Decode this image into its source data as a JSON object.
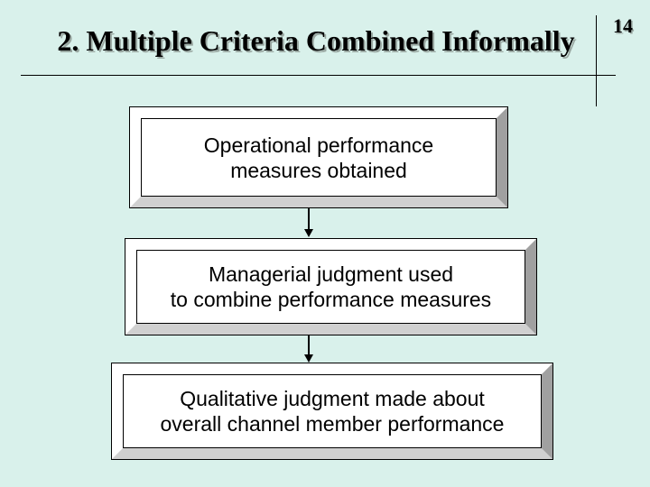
{
  "header": {
    "title": "2. Multiple Criteria Combined Informally",
    "page_number": "14"
  },
  "flow": {
    "boxes": [
      {
        "id": "operational",
        "lines": [
          "Operational performance",
          "measures obtained"
        ]
      },
      {
        "id": "managerial",
        "lines": [
          "Managerial judgment used",
          "to combine performance measures"
        ]
      },
      {
        "id": "qualitative",
        "lines": [
          "Qualitative judgment made about",
          "overall channel member performance"
        ]
      }
    ],
    "connectors": [
      {
        "type": "arrow-down"
      },
      {
        "type": "arrow-down"
      }
    ]
  },
  "colors": {
    "background": "#d9f1eb",
    "box_fill": "#ffffff",
    "bevel_highlight": "#ffffff",
    "bevel_shadow_right": "#a0a0a0",
    "bevel_shadow_bottom": "#d0d0d0",
    "border": "#000000",
    "text": "#000000",
    "title_shadow": "#9aa8a2"
  }
}
